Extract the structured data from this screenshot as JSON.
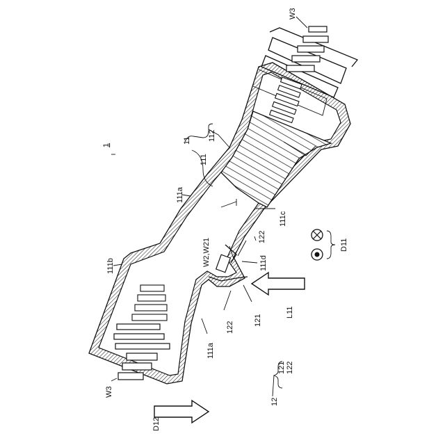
{
  "figure": {
    "labels": {
      "assembly": "1",
      "housing": "11",
      "part_111": "111",
      "part_112": "112",
      "part_111a_top": "111a",
      "part_111a_bottom": "111a",
      "part_111b": "111b",
      "part_111c": "111c",
      "part_111d": "111d",
      "wire_top": "W3",
      "wire_bottom": "W3",
      "w2_w21": "W2,W21",
      "part_121": "121",
      "part_122_upper": "122",
      "part_122_lower": "122",
      "direction_l11": "L11",
      "direction_d11": "D11",
      "direction_d12": "D12",
      "legend_main": "12",
      "legend_121": "121",
      "legend_122": "122"
    },
    "symbols": {
      "into_page": "circle-cross-icon",
      "out_of_page": "circle-dot-icon"
    }
  }
}
